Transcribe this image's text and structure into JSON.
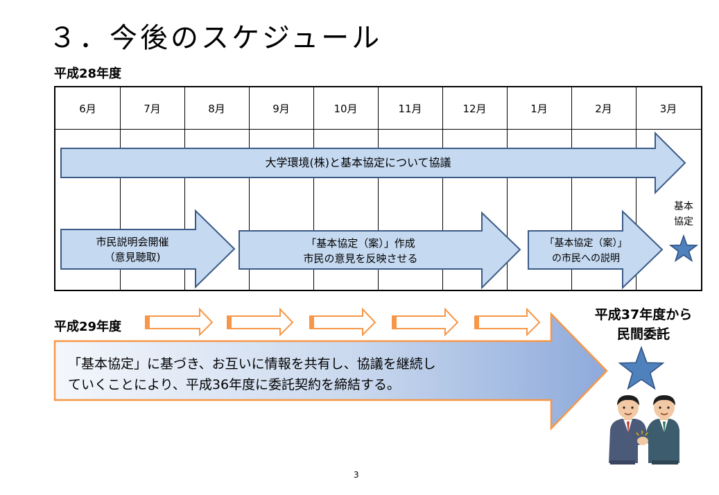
{
  "page": {
    "title": "３．今後のスケジュール",
    "page_number": "3"
  },
  "fy2016": {
    "label": "平成28年度",
    "months": [
      "6月",
      "7月",
      "8月",
      "9月",
      "10月",
      "11月",
      "12月",
      "1月",
      "2月",
      "3月"
    ],
    "arrows": {
      "consultation": "大学環境(株)と基本協定について協議",
      "briefing_line1": "市民説明会開催",
      "briefing_line2": "（意見聴取)",
      "draft_line1": "「基本協定（案）」作成",
      "draft_line2": "市民の意見を反映させる",
      "explain_line1": "「基本協定（案）」",
      "explain_line2": "の市民への説明"
    },
    "milestone_line1": "基本",
    "milestone_line2": "協定"
  },
  "fy2017": {
    "label": "平成29年度",
    "big_arrow_line1": "「基本協定」に基づき、お互いに情報を共有し、協議を継続し",
    "big_arrow_line2": "ていくことにより、平成36年度に委託契約を締結する。"
  },
  "outsourcing": {
    "line1": "平成37年度から",
    "line2": "民間委託"
  },
  "colors": {
    "arrow_fill": "#c5d9f1",
    "arrow_stroke": "#3a5a86",
    "orange": "#f79646",
    "star": "#4f81bd"
  }
}
